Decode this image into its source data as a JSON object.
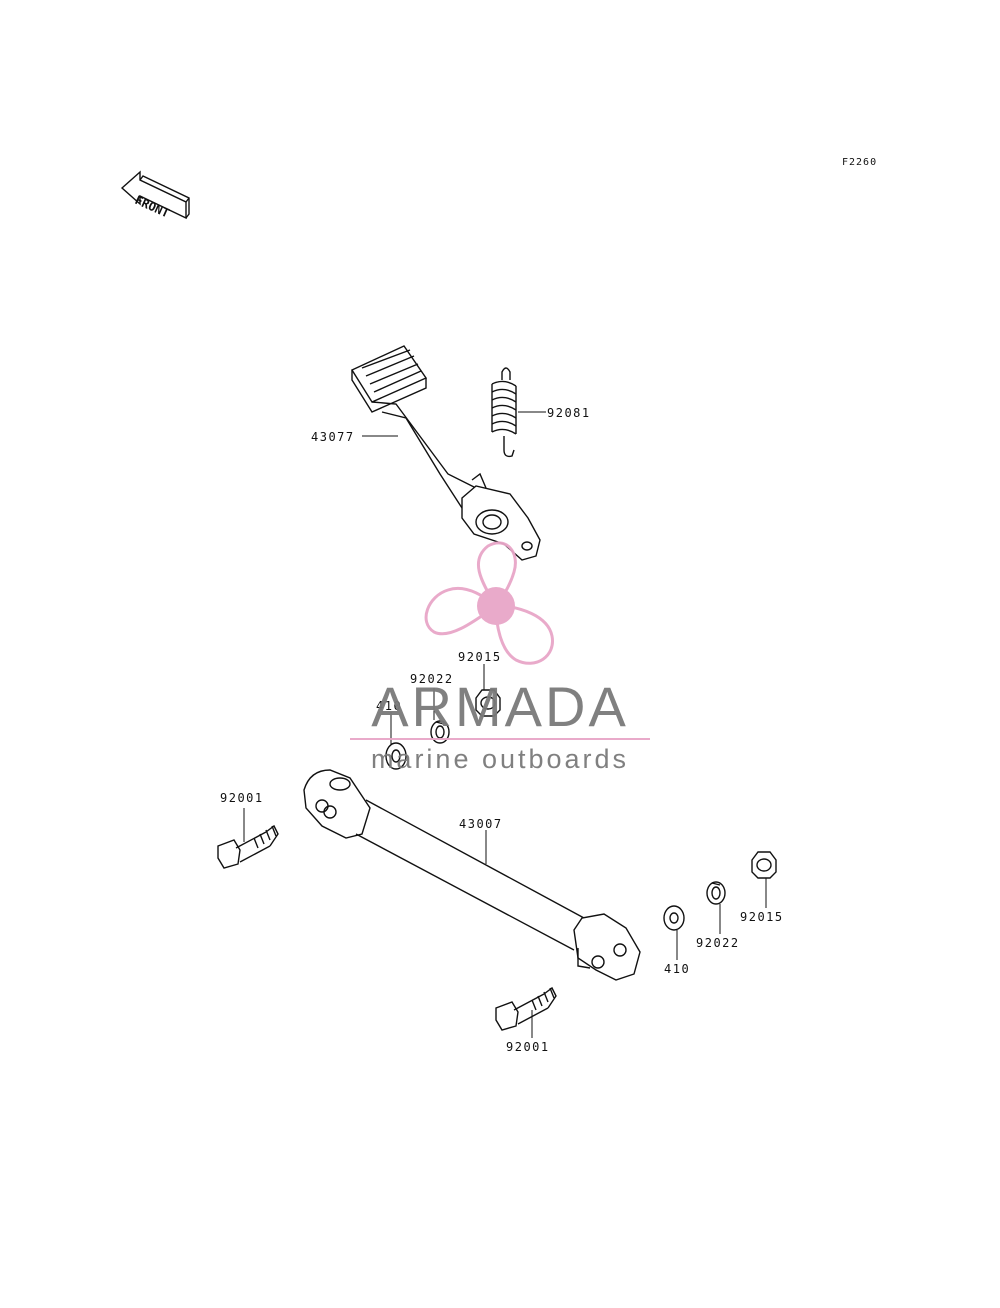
{
  "figure": {
    "code": "F2260",
    "front_label": "FRONT"
  },
  "parts": {
    "pedal": "43077",
    "spring": "92081",
    "nut_upper": "92015",
    "lock_washer_upper": "92022",
    "washer_upper": "410",
    "bolt_left": "92001",
    "rod": "43007",
    "washer_right": "410",
    "lock_washer_right": "92022",
    "nut_right": "92015",
    "bolt_bottom": "92001"
  },
  "watermark": {
    "title": "ARMADA",
    "subtitle": "marine outboards",
    "accent_color": "#e8a6c8",
    "text_color": "#7a7a7a"
  }
}
